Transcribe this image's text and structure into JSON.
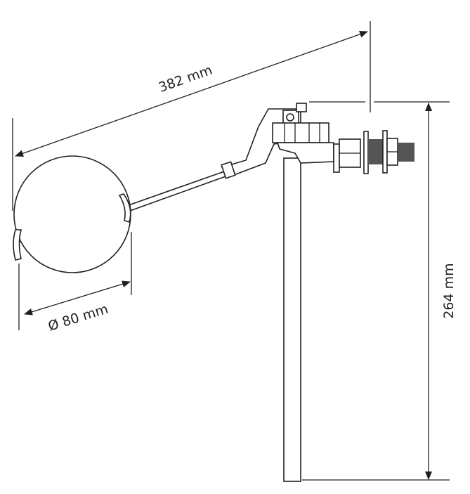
{
  "dimensions": {
    "length_label": "382 mm",
    "diameter_label": "Ø 80 mm",
    "height_label": "264 mm"
  },
  "colors": {
    "line": "#231f20",
    "thread": "#555555",
    "background": "#ffffff"
  }
}
